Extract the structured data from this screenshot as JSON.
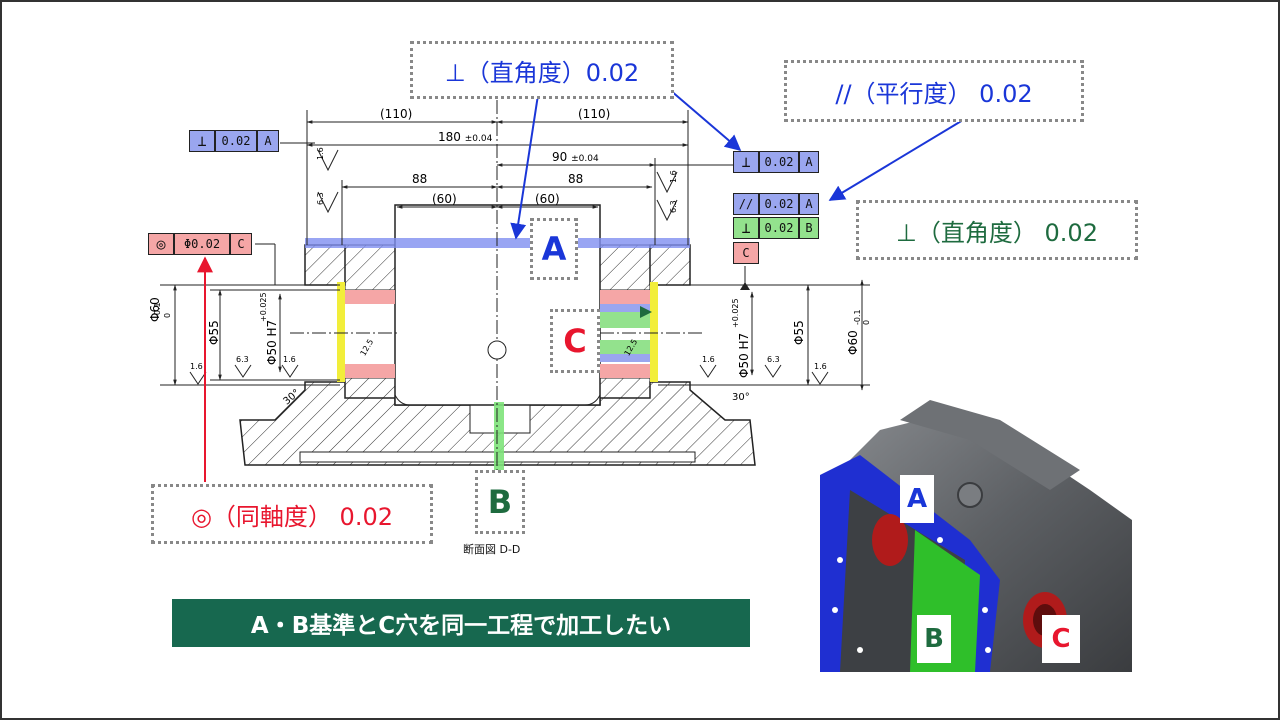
{
  "callouts": {
    "perp_top": "⊥（直角度）0.02",
    "parallel": "//（平行度） 0.02",
    "perp_right": "⊥（直角度） 0.02",
    "coaxial": "◎（同軸度） 0.02"
  },
  "datum_labels": {
    "a": "A",
    "b": "B",
    "c": "C"
  },
  "frames": {
    "left_perp": {
      "symbol": "⊥",
      "tol": "0.02",
      "datum": "A"
    },
    "right_perp": {
      "symbol": "⊥",
      "tol": "0.02",
      "datum": "A"
    },
    "right_parallel": {
      "symbol": "//",
      "tol": "0.02",
      "datum": "A"
    },
    "right_perp_b": {
      "symbol": "⊥",
      "tol": "0.02",
      "datum": "B"
    },
    "right_c": "C",
    "coax": {
      "symbol": "◎",
      "tol": "Φ0.02",
      "datum": "C"
    }
  },
  "dims": {
    "d110a": "(110)",
    "d110b": "(110)",
    "d180": "180",
    "d180tol": "±0.04",
    "d90": "90",
    "d90tol": "±0.04",
    "d88a": "88",
    "d88b": "88",
    "d60a": "(60)",
    "d60b": "(60)",
    "phi60": "Φ60",
    "phi55": "Φ55",
    "phi50": "Φ50 H7",
    "tol_a": "-0.1",
    "tol_b": "0",
    "tol_c": "+0.025",
    "r16": "1.6",
    "r63": "6.3",
    "r125": "12.5",
    "ang30": "30°"
  },
  "section_label": "断面図 D-D",
  "banner": "A・B基準とC穴を同一工程で加工したい",
  "photo_labels": {
    "a": "A",
    "b": "B",
    "c": "C"
  },
  "colors": {
    "blue": "#1a36d8",
    "green": "#1e6b3f",
    "red": "#e8162e",
    "banner": "#17684f"
  }
}
